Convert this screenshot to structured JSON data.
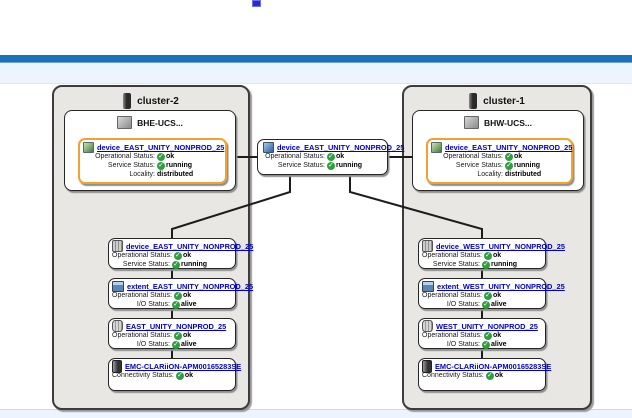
{
  "chrome": {
    "toolbar_color": "#1a73b8",
    "band_color": "#eef4fd"
  },
  "colors": {
    "highlight_orange": "#f2a32e",
    "link_blue": "#0000c8",
    "status_green": "#2f9e3f",
    "cluster_fill": "#e8e7e3"
  },
  "icons": {
    "top_fragment": "blue-ui-fragment-icon",
    "cluster": "server-tower-icon",
    "engine": "engine-chassis-icon",
    "engine_device": "device-raid-icon",
    "distributed_device": "distributed-device-icon",
    "device": "device-stack-icon",
    "extent": "extent-cube-icon",
    "virtual_volume": "volume-cylinder-icon",
    "storage_array": "storage-array-icon",
    "status_ok": "green-check-icon"
  },
  "center_device": {
    "title": "device_EAST_UNITY_NONPROD_25",
    "rows": [
      {
        "label": "Operational Status:",
        "value": "ok"
      },
      {
        "label": "Service Status:",
        "value": "running"
      }
    ]
  },
  "clusters": [
    {
      "title": "cluster-2",
      "engine": {
        "title": "BHE-UCS...",
        "device": {
          "title": "device_EAST_UNITY_NONPROD_25",
          "rows": [
            {
              "label": "Operational Status:",
              "value": "ok"
            },
            {
              "label": "Service Status:",
              "value": "running"
            },
            {
              "label": "Locality:",
              "value": "distributed"
            }
          ]
        }
      },
      "stack": [
        {
          "title": "device_EAST_UNITY_NONPROD_25",
          "rows": [
            {
              "label": "Operational Status:",
              "value": "ok"
            },
            {
              "label": "Service Status:",
              "value": "running"
            }
          ]
        },
        {
          "title": "extent_EAST_UNITY_NONPROD_25",
          "rows": [
            {
              "label": "Operational Status:",
              "value": "ok"
            },
            {
              "label": "I/O Status:",
              "value": "alive"
            }
          ]
        },
        {
          "title": "EAST_UNITY_NONPROD_25",
          "rows": [
            {
              "label": "Operational Status:",
              "value": "ok"
            },
            {
              "label": "I/O Status:",
              "value": "alive"
            }
          ]
        },
        {
          "title": "EMC-CLARiiON-APM00165283SE",
          "rows": [
            {
              "label": "Connectivity Status:",
              "value": "ok"
            }
          ]
        }
      ]
    },
    {
      "title": "cluster-1",
      "engine": {
        "title": "BHW-UCS...",
        "device": {
          "title": "device_EAST_UNITY_NONPROD_25",
          "rows": [
            {
              "label": "Operational Status:",
              "value": "ok"
            },
            {
              "label": "Service Status:",
              "value": "running"
            },
            {
              "label": "Locality:",
              "value": "distributed"
            }
          ]
        }
      },
      "stack": [
        {
          "title": "device_WEST_UNITY_NONPROD_25",
          "rows": [
            {
              "label": "Operational Status:",
              "value": "ok"
            },
            {
              "label": "Service Status:",
              "value": "running"
            }
          ]
        },
        {
          "title": "extent_WEST_UNITY_NONPROD_25",
          "rows": [
            {
              "label": "Operational Status:",
              "value": "ok"
            },
            {
              "label": "I/O Status:",
              "value": "alive"
            }
          ]
        },
        {
          "title": "WEST_UNITY_NONPROD_25",
          "rows": [
            {
              "label": "Operational Status:",
              "value": "ok"
            },
            {
              "label": "I/O Status:",
              "value": "alive"
            }
          ]
        },
        {
          "title": "EMC-CLARiiON-APM00165283SE",
          "rows": [
            {
              "label": "Connectivity Status:",
              "value": "ok"
            }
          ]
        }
      ]
    }
  ]
}
